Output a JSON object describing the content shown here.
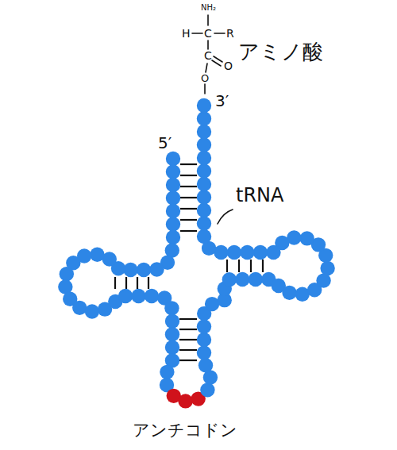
{
  "diagram": {
    "labels": [
      "NH₂",
      "H",
      "C",
      "R",
      "C",
      "O",
      "O",
      "アミノ酸",
      "3′",
      "5′",
      "tRNA",
      "アンチコドン"
    ]
  }
}
